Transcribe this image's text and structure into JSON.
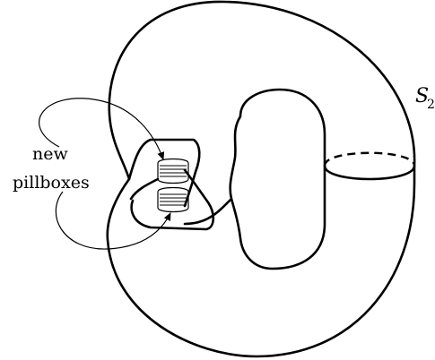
{
  "labels": {
    "new": "new",
    "pillboxes": "pillboxes",
    "surface_symbol": "S",
    "surface_subscript": "2"
  }
}
